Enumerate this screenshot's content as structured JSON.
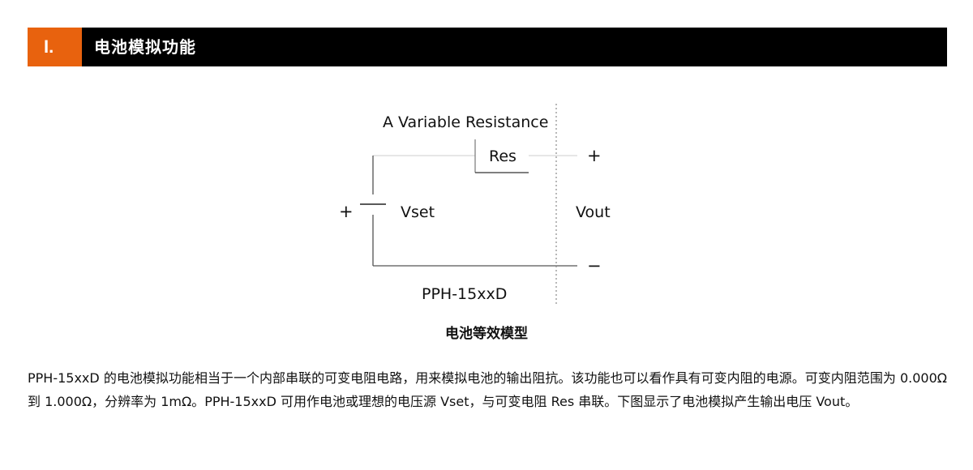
{
  "section": {
    "number": "I.",
    "title": "电池模拟功能",
    "accent_color": "#e8620e"
  },
  "diagram": {
    "variable_label": "A Variable Resistance",
    "res_label": "Res",
    "vset_label": "Vset",
    "vout_label": "Vout",
    "plus_left": "+",
    "plus_right": "+",
    "minus_right": "−",
    "device_label": "PPH-15xxD",
    "caption": "电池等效模型"
  },
  "body": {
    "paragraph": "PPH-15xxD 的电池模拟功能相当于一个内部串联的可变电阻电路，用来模拟电池的输出阻抗。该功能也可以看作具有可变内阻的电源。可变内阻范围为 0.000Ω 到 1.000Ω，分辨率为 1mΩ。PPH-15xxD 可用作电池或理想的电压源 Vset，与可变电阻 Res 串联。下图显示了电池模拟产生输出电压 Vout。"
  }
}
